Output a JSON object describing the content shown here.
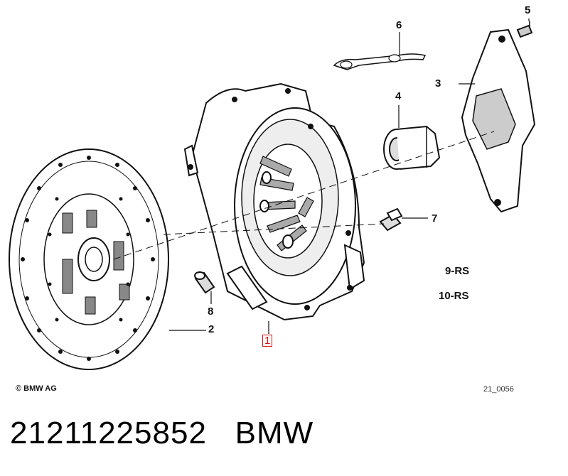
{
  "callouts": {
    "c1": "1",
    "c2": "2",
    "c3": "3",
    "c4": "4",
    "c5": "5",
    "c6": "6",
    "c7": "7",
    "c8": "8"
  },
  "variants": [
    "9-RS",
    "10-RS"
  ],
  "copyright": "© BMW AG",
  "drawing_id": "21_0056",
  "part_number": "21211225852",
  "brand": "BMW",
  "highlight_color": "#dd1111"
}
